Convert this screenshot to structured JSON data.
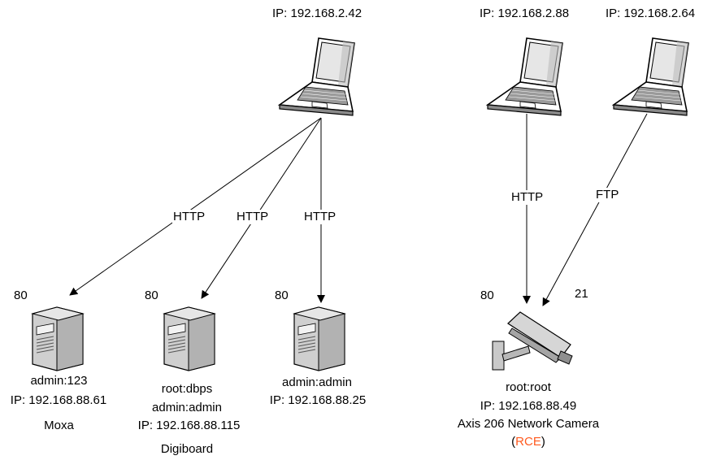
{
  "clients": [
    {
      "id": "laptop1",
      "ip": "IP: 192.168.2.42"
    },
    {
      "id": "laptop2",
      "ip": "IP: 192.168.2.88"
    },
    {
      "id": "laptop3",
      "ip": "IP: 192.168.2.64"
    }
  ],
  "servers": [
    {
      "id": "moxa",
      "port": "80",
      "creds": [
        "admin:123"
      ],
      "ip": "IP: 192.168.88.61",
      "name": "Moxa"
    },
    {
      "id": "digiboard",
      "port": "80",
      "creds": [
        "root:dbps",
        "admin:admin"
      ],
      "ip": "IP: 192.168.88.115",
      "name": "Digiboard"
    },
    {
      "id": "server3",
      "port": "80",
      "creds": [
        "admin:admin"
      ],
      "ip": "IP: 192.168.88.25",
      "name": ""
    }
  ],
  "camera": {
    "port_http": "80",
    "port_ftp": "21",
    "creds": "root:root",
    "ip": "IP: 192.168.88.49",
    "name": "Axis 206 Network Camera",
    "rce_open": "(",
    "rce": "RCE",
    "rce_close": ")"
  },
  "edges": [
    {
      "id": "e-moxa",
      "label": "HTTP"
    },
    {
      "id": "e-digiboard",
      "label": "HTTP"
    },
    {
      "id": "e-server3",
      "label": "HTTP"
    },
    {
      "id": "e-camera-http",
      "label": "HTTP"
    },
    {
      "id": "e-camera-ftp",
      "label": "FTP"
    }
  ],
  "colors": {
    "rce": "#ff5a1f",
    "device_fill": "#d4d4d4",
    "device_shade": "#a8a8a8",
    "line": "#000000"
  }
}
